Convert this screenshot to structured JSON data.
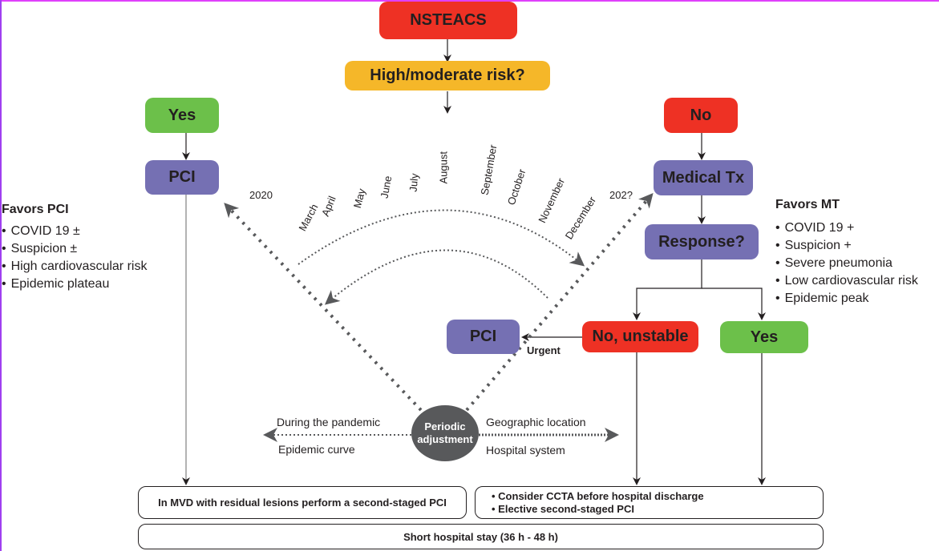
{
  "nodes": {
    "nsteacs": "NSTEACS",
    "risk_question": "High/moderate risk?",
    "yes_top": "Yes",
    "pci_left": "PCI",
    "no_top": "No",
    "medical_tx": "Medical Tx",
    "response_question": "Response?",
    "no_unstable": "No, unstable",
    "yes_response": "Yes",
    "pci_urgent": "PCI",
    "urgent_label": "Urgent"
  },
  "favors_pci": {
    "title": "Favors PCI",
    "items": [
      "COVID 19 ±",
      "Suspicion ±",
      "High cardiovascular risk",
      "Epidemic plateau"
    ]
  },
  "favors_mt": {
    "title": "Favors MT",
    "items": [
      "COVID 19 +",
      "Suspicion +",
      "Severe pneumonia",
      "Low cardiovascular risk",
      "Epidemic peak"
    ]
  },
  "timeline": {
    "start_year": "2020",
    "end_year": "202?",
    "months": [
      "March",
      "April",
      "May",
      "June",
      "July",
      "August",
      "September",
      "October",
      "November",
      "December"
    ]
  },
  "adjustment": {
    "line1": "Periodic",
    "line2": "adjustment",
    "left_top": "During the pandemic",
    "left_bottom": "Epidemic curve",
    "right_top": "Geographic location",
    "right_bottom": "Hospital system"
  },
  "bottom": {
    "left_box": "In MVD with residual lesions perform a second-staged PCI",
    "right_box_items": [
      "Consider CCTA before hospital discharge",
      "Elective second-staged PCI"
    ],
    "stay_box": "Short hospital stay (36 h - 48 h)"
  },
  "colors": {
    "red": "#ee3124",
    "yellow": "#f5b729",
    "green": "#6cc04a",
    "purple": "#7570b3",
    "adjustment_gray": "#58595b"
  }
}
